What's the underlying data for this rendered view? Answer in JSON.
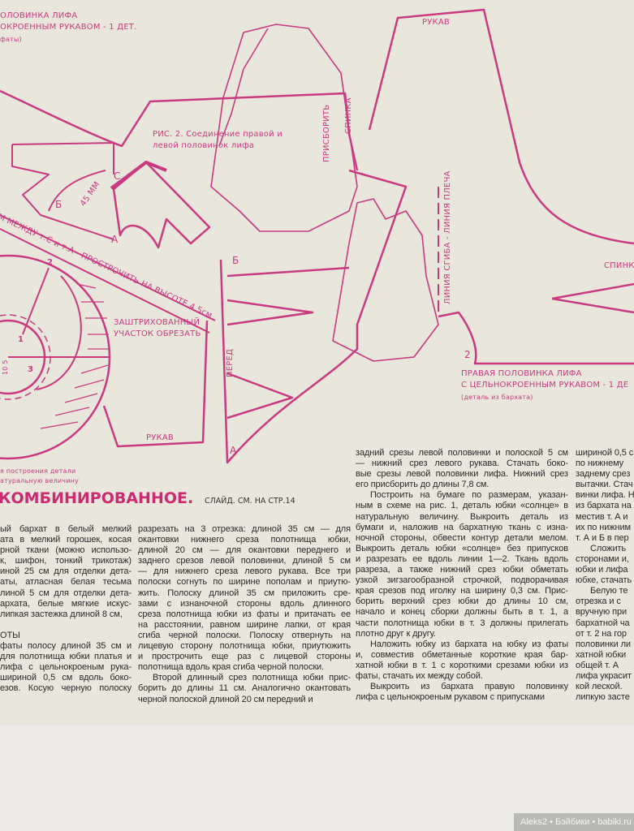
{
  "colors": {
    "accent_magenta": "#c93a82",
    "paper": "#e9e6db",
    "text": "#2b2a28"
  },
  "pattern": {
    "left_piece_title": [
      "ОЛОВИНКА ЛИФА",
      "ОКРОЕННЫМ РУКАВОМ - 1 ДЕТ.",
      "фаты)"
    ],
    "sleeve_top": "РУКАВ",
    "back_label": "СПИНКА",
    "gather_label": "ПРИСБОРИТЬ",
    "fig2_caption": [
      "РИС. 2. Соединение правой и",
      "левой половинок лифа"
    ],
    "point_c": "С",
    "point_b": "Б",
    "point_a": "А",
    "measure": "45 ММ",
    "stitch_note": "М МЕЖДУ т.С и т.А - ПРОСТРОЧИТЬ НА ВЫСОТЕ 4,5см",
    "hatched_note": [
      "ЗАШТРИХОВАННЫЙ",
      "УЧАСТОК ОБРЕЗАТЬ"
    ],
    "sleeve_bottom": "РУКАВ",
    "front_label": "ПЕРЕД",
    "point_b2": "Б",
    "point_a2": "А",
    "fold_line": "ЛИНИЯ СГИБА - ЛИНИЯ ПЛЕЧА",
    "back_label_right": "СПИНК",
    "point_2": "2",
    "circle_points": [
      "1",
      "2",
      "3"
    ],
    "circle_dims": "10 5",
    "right_piece_title": [
      "ПРАВАЯ ПОЛОВИНКА ЛИФА",
      "С ЦЕЛЬНОКРОЕННЫМ РУКАВОМ - 1 ДЕ",
      "(деталь из бархата)"
    ],
    "fig1_caption": [
      "я построения детали",
      "атуральную величину"
    ]
  },
  "article": {
    "heading": "КОМБИНИРОВАННОЕ.",
    "heading_sub": "СЛАЙД. СМ. НА СТР.14",
    "col1_a": [
      "ый бархат в белый мелкий",
      "ата в мелкий горошек, косая",
      "рной ткани (можно использо-",
      "к, шифон, тонкий трикотаж)",
      "иной 25 см для отделки дета-",
      "аты, атласная белая тесьма",
      "линой 5 см для отделки дета-",
      "архата, белые мягкие искус-",
      "липкая застежка длиной 8 см,"
    ],
    "col1_subhead": "ОТЫ",
    "col1_b": [
      "фаты полосу длиной 35 см и",
      "для полотнища юбки платья и",
      "лифа с цельнокроеным рука-",
      "ширинoй 0,5 см вдоль боко-",
      "езов. Косую черную полоску"
    ],
    "col2": [
      "разрезать на 3 отрезка: длиной 35 см — для",
      "окантовки нижнего среза полотнища юбки,",
      "длиной 20 см — для окантовки переднего и",
      "заднего срезов левой половинки, длиной 5 см",
      "— для нижнего среза левого рукава. Все три",
      "полоски согнуть по ширине пополам и приутю-",
      "жить. Полоску длиной 35 см приложить сре-",
      "зами с изнаночной стороны вдоль длинного",
      "среза полотнища юбки из фаты и притачать ее",
      "на расстоянии, равном ширине лапки, от края",
      "сгиба черной полоски. Полоску отвернуть на",
      "лицевую сторону полотнища юбки, приутюжить",
      "и прострочить еще раз с лицевой стороны",
      "полотнища вдоль края сгиба черной полоски.",
      "Второй длинный срез полотнища юбки прис-",
      "борить до длины 11 см. Аналогично окантовать",
      "черной полоской длиной 20 см передний и"
    ],
    "col3": [
      "задний срезы левой половинки и полоской 5 см",
      "— нижний срез левого рукава. Стачать боко-",
      "вые срезы левой половинки лифа. Нижний срез",
      "его присборить до длины 7,8 см.",
      "Построить на бумаге по размерам, указан-",
      "ным в схеме на рис. 1, деталь юбки «солнце» в",
      "натуральную величину. Выкроить деталь из",
      "бумаги и, наложив на бархатную ткань с изна-",
      "ночной стороны, обвести контур детали мелом.",
      "Выкроить деталь юбки «солнце» без припусков",
      "и разрезать ее вдоль линии 1—2. Ткань вдоль",
      "разреза, а также нижний срез юбки обметать",
      "узкой зигзагообразной строчкой, подворачивая",
      "края срезов под иголку на ширину 0,3 см. Прис-",
      "борить верхний срез юбки до длины 10 см,",
      "начало и конец сборки должны быть в т. 1, а",
      "части полотнища юбки в т. 3 должны прилегать",
      "плотно друг к другу.",
      "Наложить юбку из бархата на юбку из фаты",
      "и, совместив обметанные короткие края бар-",
      "хатной юбки в т. 1 с короткими срезами юбки из",
      "фаты, стачать их между собой.",
      "Выкроить из бархата правую половинку",
      "лифа с цельнокроеным рукавом с припусками"
    ],
    "col4": [
      "шириной 0,5 с",
      "по нижнему",
      "заднему срез",
      "вытачки. Стач",
      "винки лифа. Н",
      "из бархата на",
      "местив т. А и",
      "их по нижним",
      "т. А и Б в пер",
      "Сложить",
      "сторонами и,",
      "юбки и лифа",
      "юбке, стачать",
      "Белую те",
      "отрезка и с",
      "вручную при",
      "бархатной ча",
      "от т. 2 на гор",
      "половинки ли",
      "хатной юбки",
      "общей т. А",
      "лифа украсит",
      "кой леской.",
      "липкую засте"
    ]
  },
  "watermark": "Aleks2 • Бэйбики • babiki.ru"
}
